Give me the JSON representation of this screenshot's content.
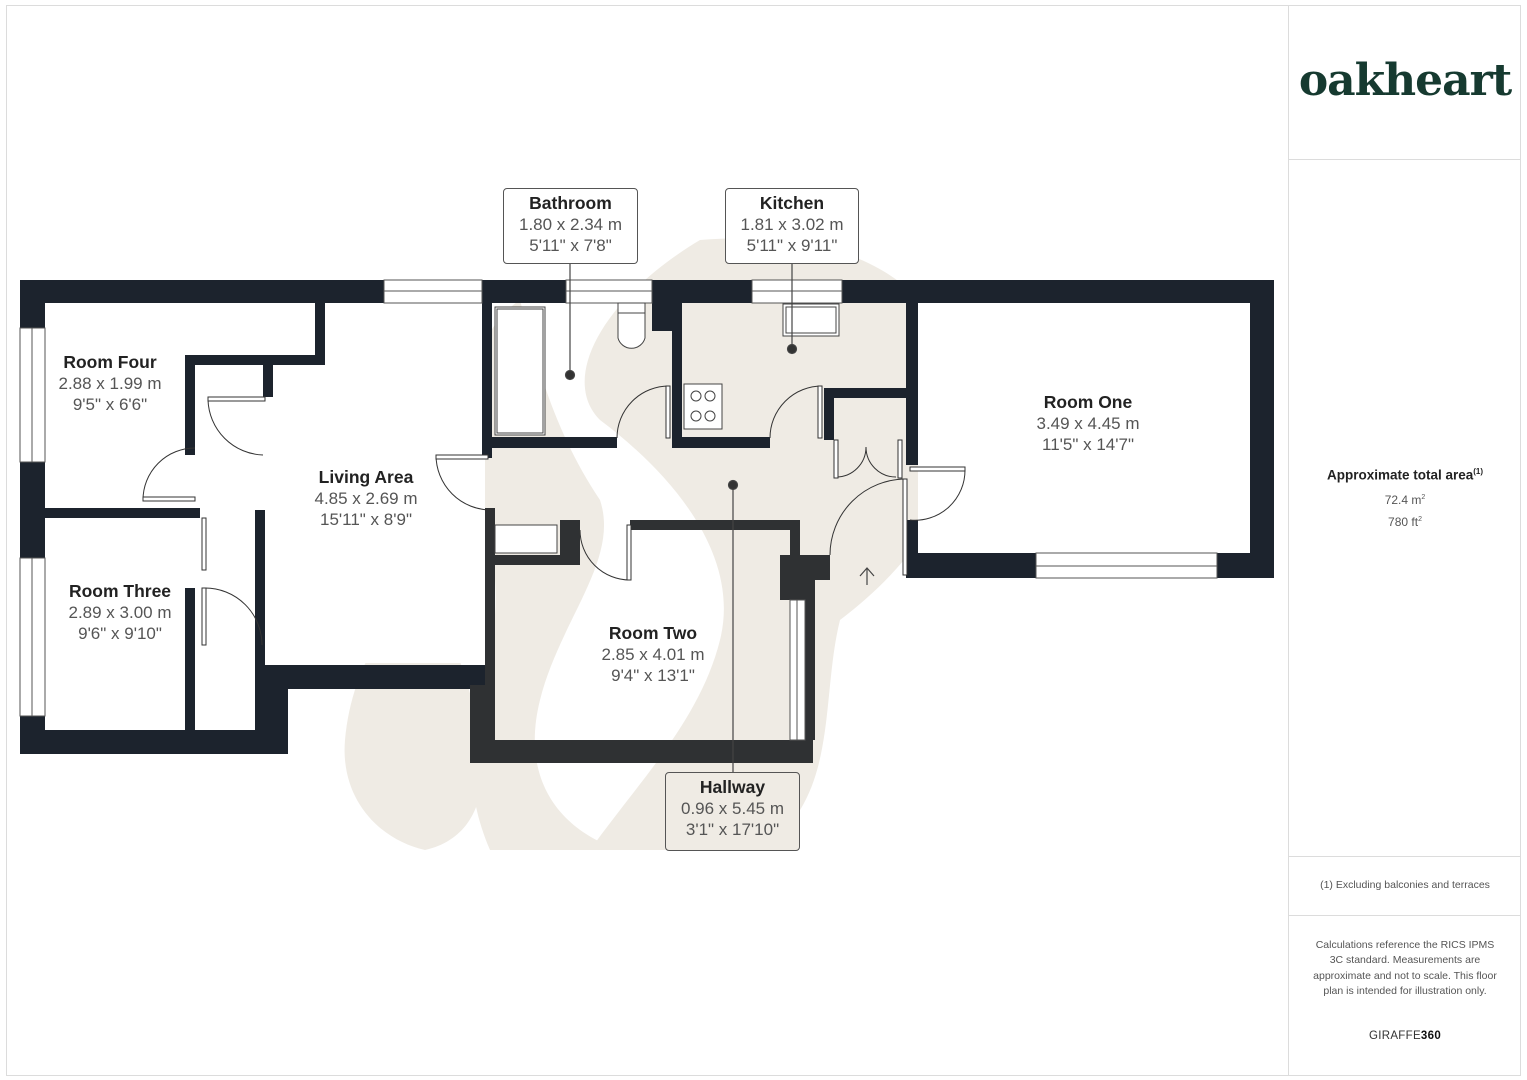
{
  "brand": {
    "logo_text": "oakheart",
    "logo_color": "#163a30"
  },
  "summary": {
    "title": "Approximate total area",
    "title_note": "(1)",
    "area_m2_value": "72.4 m",
    "area_ft2_value": "780 ft",
    "superscript": "2"
  },
  "footnote": "(1) Excluding balconies and terraces",
  "disclaimer": "Calculations reference the RICS IPMS 3C standard. Measurements are approximate and not to scale. This floor plan is intended for illustration only.",
  "provider": {
    "prefix": "GIRAFFE",
    "suffix": "360"
  },
  "colors": {
    "wall": "#1c232d",
    "wall_shaded": "#2f3133",
    "watermark": "#efebe4",
    "label_text": "#555555",
    "label_title": "#222222"
  },
  "rooms": [
    {
      "id": "room-four",
      "name": "Room Four",
      "metric": "2.88 x 1.99 m",
      "imperial": "9'5\" x 6'6\""
    },
    {
      "id": "room-three",
      "name": "Room Three",
      "metric": "2.89 x 3.00 m",
      "imperial": "9'6\" x 9'10\""
    },
    {
      "id": "living-area",
      "name": "Living Area",
      "metric": "4.85 x 2.69 m",
      "imperial": "15'11\" x 8'9\""
    },
    {
      "id": "bathroom",
      "name": "Bathroom",
      "metric": "1.80 x 2.34 m",
      "imperial": "5'11\" x 7'8\""
    },
    {
      "id": "kitchen",
      "name": "Kitchen",
      "metric": "1.81 x 3.02 m",
      "imperial": "5'11\" x 9'11\""
    },
    {
      "id": "room-one",
      "name": "Room One",
      "metric": "3.49 x 4.45 m",
      "imperial": "11'5\" x 14'7\""
    },
    {
      "id": "room-two",
      "name": "Room Two",
      "metric": "2.85 x 4.01 m",
      "imperial": "9'4\" x 13'1\""
    },
    {
      "id": "hallway",
      "name": "Hallway",
      "metric": "0.96 x 5.45 m",
      "imperial": "3'1\" x 17'10\""
    }
  ],
  "icons": {
    "entrance": "arrow-up-icon",
    "hob": "hob-icon",
    "sink": "sink-icon",
    "toilet": "toilet-icon",
    "bath": "bath-icon"
  }
}
